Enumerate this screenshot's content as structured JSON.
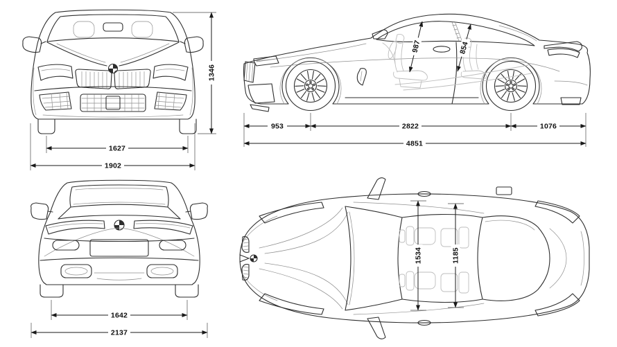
{
  "colors": {
    "background": "#ffffff",
    "outline": "#2d2d2d",
    "secondary_line": "#8f8f8f",
    "interior_line": "#bdbdbd",
    "dimension_line": "#1a1a1a",
    "dimension_text": "#101010"
  },
  "icons": {
    "brand": "bmw-roundel"
  },
  "views": {
    "front": {
      "overall_height": "1346",
      "track_width": "1627",
      "overall_width": "1902"
    },
    "side": {
      "headroom_front": "987",
      "headroom_rear": "854",
      "overhang_front": "953",
      "wheelbase": "2822",
      "overhang_rear": "1076",
      "overall_length": "4851"
    },
    "rear": {
      "track_width": "1642",
      "width_with_mirrors": "2137"
    },
    "top": {
      "shoulder_width_front": "1534",
      "shoulder_width_rear": "1185"
    }
  }
}
